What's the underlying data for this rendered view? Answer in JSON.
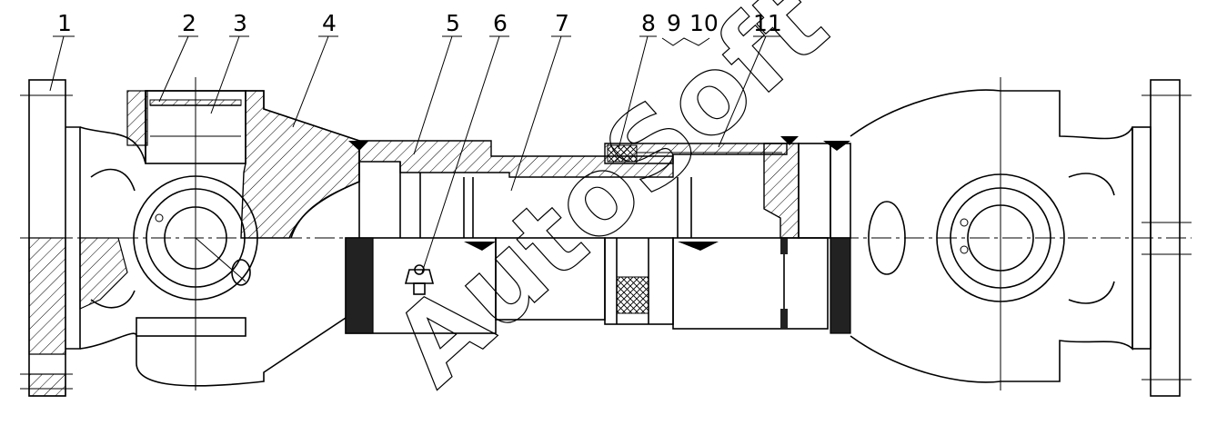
{
  "diagram": {
    "callouts": [
      {
        "id": "c1",
        "label": "1"
      },
      {
        "id": "c2",
        "label": "2"
      },
      {
        "id": "c3",
        "label": "3"
      },
      {
        "id": "c4",
        "label": "4"
      },
      {
        "id": "c5",
        "label": "5"
      },
      {
        "id": "c6",
        "label": "6"
      },
      {
        "id": "c7",
        "label": "7"
      },
      {
        "id": "c8",
        "label": "8"
      },
      {
        "id": "c9",
        "label": "9"
      },
      {
        "id": "c10",
        "label": "10"
      },
      {
        "id": "c11",
        "label": "11"
      }
    ],
    "watermark": "AutoSoft",
    "colors": {
      "ink": "#000000",
      "paper": "#ffffff"
    }
  }
}
